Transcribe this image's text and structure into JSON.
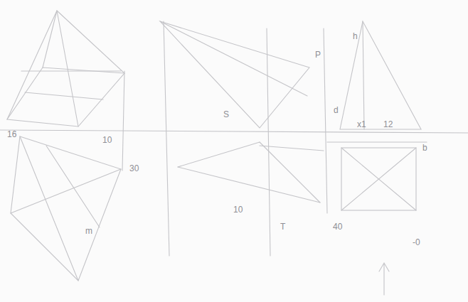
{
  "diagram": {
    "labels": [
      "16",
      "10",
      "30",
      "m",
      "P",
      "S",
      "10",
      "T",
      "h",
      "d",
      "x1",
      "12",
      "b",
      "40",
      "-0"
    ]
  }
}
